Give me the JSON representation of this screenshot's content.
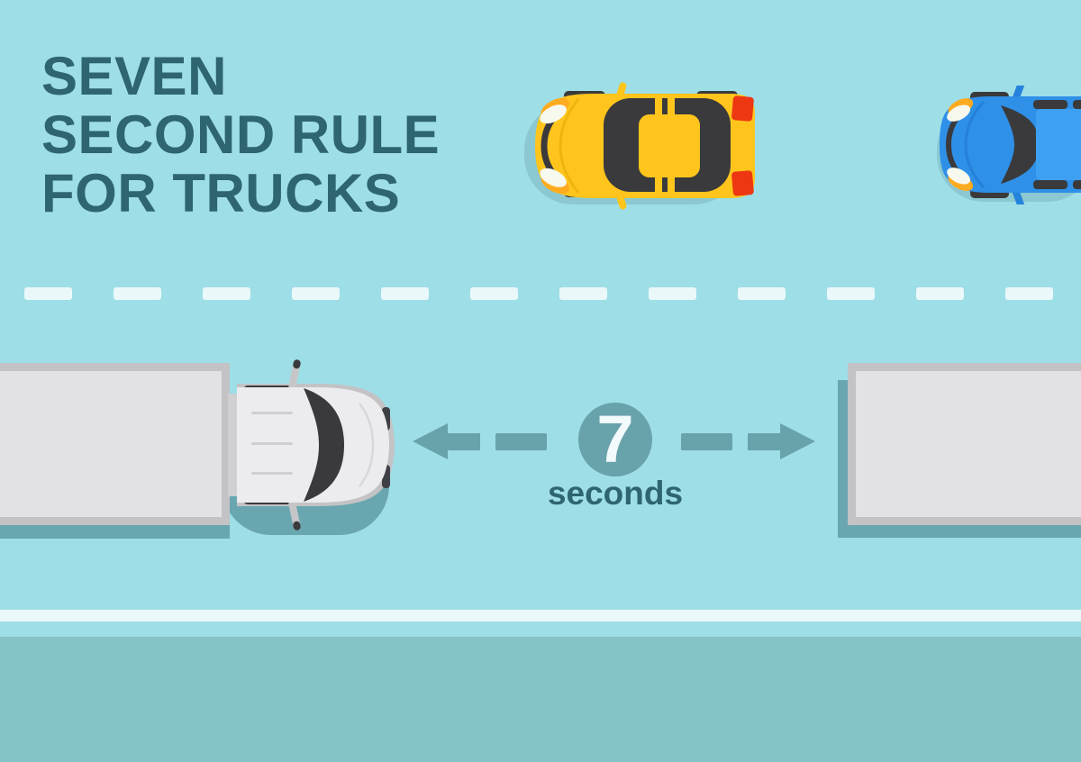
{
  "title": {
    "lines": [
      "SEVEN",
      "SECOND RULE",
      "FOR TRUCKS"
    ]
  },
  "gap_indicator": {
    "value": "7",
    "unit": "seconds"
  },
  "road": {
    "lane_marking": "white-dashed-center-line",
    "edge_marking": "solid-white-edge-line"
  },
  "vehicles": {
    "left": "semi-truck-with-trailer-top-view",
    "right": "trailer-top-view",
    "top_center": "yellow-car-top-view",
    "top_right": "blue-car-top-view"
  },
  "colors": {
    "background": "#9EDEE7",
    "shoulder": "#86C3C7",
    "road_line": "#EAF8FA",
    "title_ink": "#2E6571",
    "accent_teal": "#68A2AB",
    "circle_text": "#F2FAFB",
    "vehicle_shadow": "#69A6B0",
    "car_shadow": "#8BC8D1",
    "truck_body": "#ECECEE",
    "trailer_fill": "#E2E2E4",
    "trailer_border": "#C3C3C5",
    "glass_dark": "#3A3A3C",
    "yellow_car": "#FFC51C",
    "blue_car": "#2F90E8",
    "taillight_red": "#EC3712",
    "headlight_orange": "#FFAB1F"
  }
}
